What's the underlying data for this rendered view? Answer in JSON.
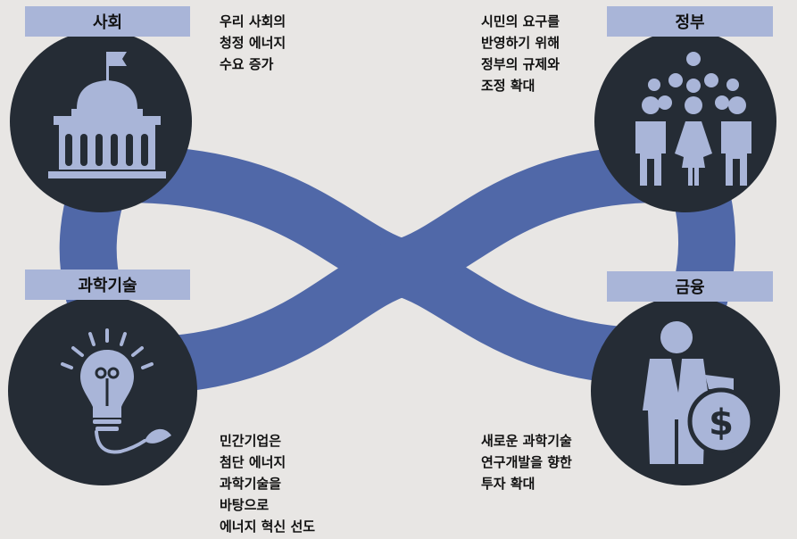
{
  "nodes": {
    "society": {
      "label": "사회",
      "icon": "capitol-building-icon"
    },
    "government": {
      "label": "정부",
      "icon": "people-crowd-icon"
    },
    "science": {
      "label": "과학기술",
      "icon": "lightbulb-plant-icon"
    },
    "finance": {
      "label": "금융",
      "icon": "businessman-money-icon"
    }
  },
  "descriptions": {
    "society": [
      "우리 사회의",
      "청정 에너지",
      "수요 증가"
    ],
    "government": [
      "시민의 요구를",
      "반영하기 위해",
      "정부의 규제와",
      "조정 확대"
    ],
    "science": [
      "민간기업은",
      "첨단 에너지",
      "과학기술을",
      "바탕으로",
      "에너지 혁신 선도"
    ],
    "finance": [
      "새로운 과학기술",
      "연구개발을 향한",
      "투자 확대"
    ]
  },
  "colors": {
    "background": "#e8e6e4",
    "circle": "#252c35",
    "ribbon": "#5068a8",
    "icon": "#a9b5d8",
    "label_bar": "#a9b5d8"
  }
}
